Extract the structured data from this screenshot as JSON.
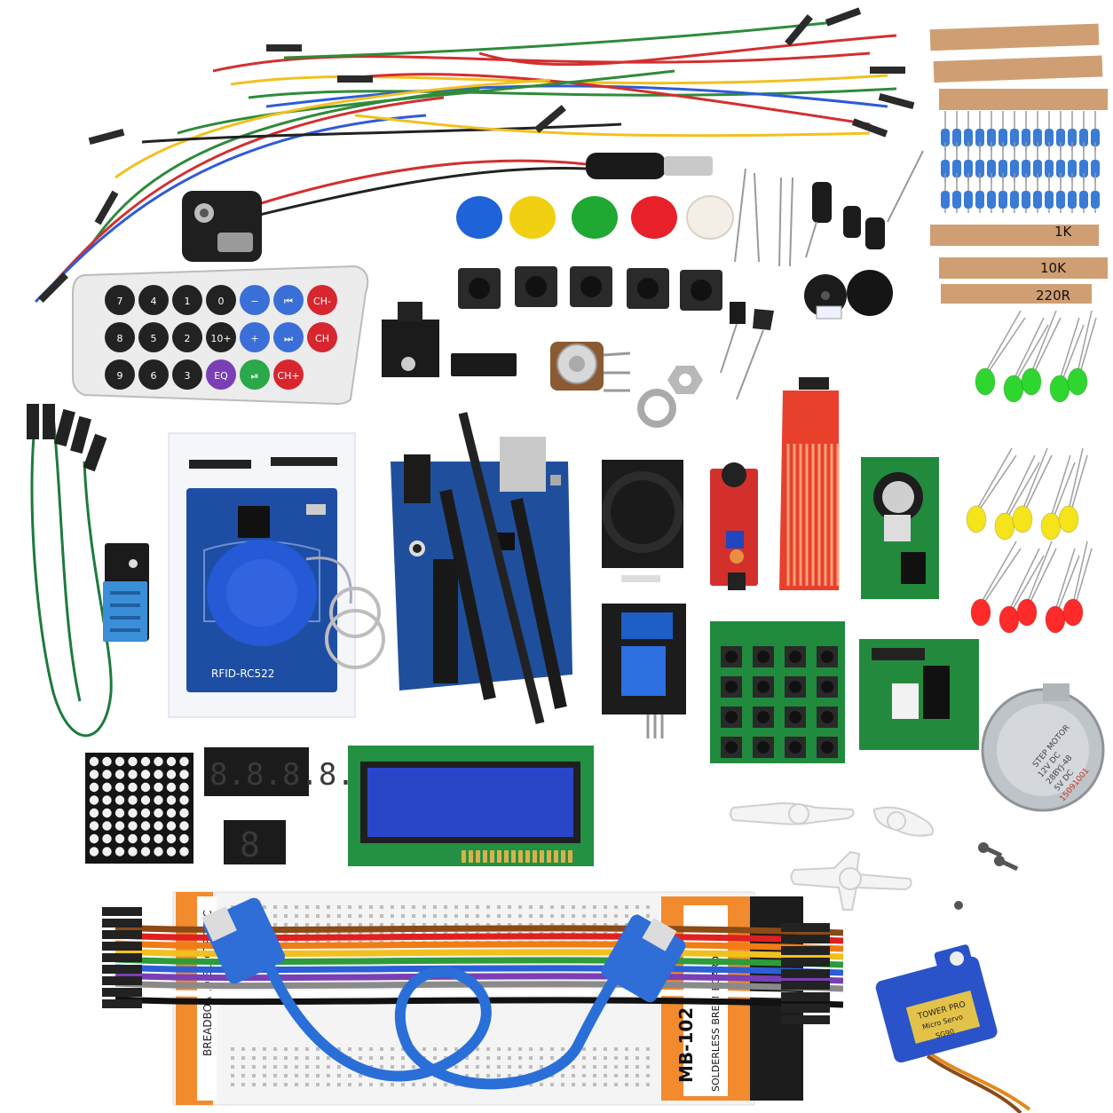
{
  "remote": {
    "keys": [
      "7",
      "4",
      "1",
      "0",
      "−",
      "⏮",
      "CH-",
      "8",
      "5",
      "2",
      "10+",
      "+",
      "⏭",
      "CH",
      "9",
      "6",
      "3",
      "EQ",
      "⏯",
      "CH+"
    ],
    "key_colors": [
      "#222222",
      "#222222",
      "#222222",
      "#222222",
      "#3b6fd8",
      "#3b6fd8",
      "#d8262e",
      "#222222",
      "#222222",
      "#222222",
      "#222222",
      "#3b6fd8",
      "#3b6fd8",
      "#d8262e",
      "#222222",
      "#222222",
      "#222222",
      "#7a3fb5",
      "#2aa84a",
      "#d8262e"
    ]
  },
  "rfid": {
    "label": "RFID-RC522"
  },
  "resistors": {
    "values": [
      "1K",
      "10K",
      "220R"
    ]
  },
  "breadboard": {
    "model": "MB-102",
    "name": "SOLDERLESS BREADBOARD",
    "brand": "BREADBOARD ELECTRONIC"
  },
  "stepper": {
    "lines": [
      "STEP MOTOR",
      "12V DC",
      "28BYJ-48",
      "5V DC",
      "15091001"
    ]
  },
  "servo": {
    "brand": "TOWER PRO",
    "model": "Micro Servo",
    "spec": "SG90"
  },
  "display_4digit": {
    "text": "8.8.8.8."
  },
  "display_1digit": {
    "text": "8"
  },
  "colors": {
    "pcb_blue": "#1f4f9c",
    "pcb_green": "#1f8a3c",
    "pcb_red": "#d3302c",
    "lcd_blue": "#2946c9",
    "wire_red": "#d32f2f",
    "wire_yellow": "#f2c01e",
    "wire_green": "#2e8b3a",
    "wire_blue": "#2e5bd8",
    "led_green": "#2fd62f",
    "led_yellow": "#f5e31b",
    "led_red": "#ff2a2a"
  }
}
